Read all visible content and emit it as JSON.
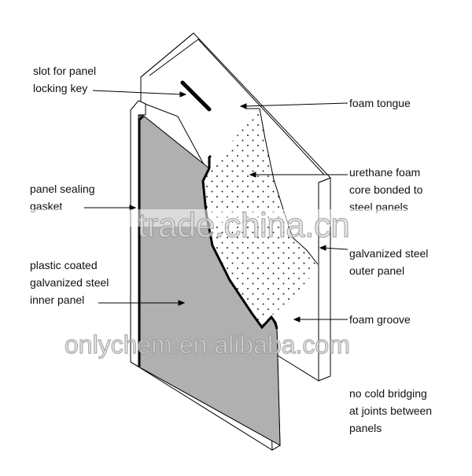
{
  "labels": {
    "slot": [
      "slot for panel",
      "locking key"
    ],
    "gasket": [
      "panel sealing",
      "gasket"
    ],
    "inner_panel": [
      "plastic coated",
      "galvanized steel",
      "inner panel"
    ],
    "foam_tongue": "foam tongue",
    "foam_core": [
      "urethane foam",
      "core bonded to",
      "steel panels"
    ],
    "outer_panel": [
      "galvanized steel",
      "outer panel"
    ],
    "foam_groove": "foam groove",
    "no_bridging": [
      "no cold bridging",
      "at joints between",
      "panels"
    ]
  },
  "watermarks": {
    "trade": "trade.china.cn",
    "onlychem": "onlychem.en.alibaba.com"
  },
  "colors": {
    "inner_panel_fill": "#b0b0b0",
    "outline": "#000000",
    "foam_dot": "#222222"
  }
}
